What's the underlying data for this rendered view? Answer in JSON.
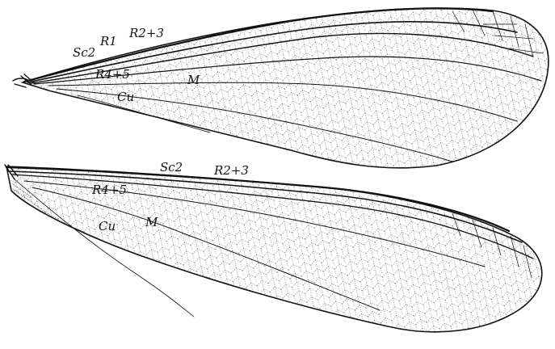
{
  "labels": {
    "fore_wing": {
      "sc2": "Sc2",
      "r1": "R1",
      "r23": "R2+3",
      "r45": "R4+5",
      "m": "M",
      "cu": "Cu"
    },
    "hind_wing": {
      "sc2": "Sc2",
      "r23": "R2+3",
      "r45": "R4+5",
      "m": "M",
      "cu": "Cu"
    }
  },
  "colors": {
    "ink": "#111111",
    "paper": "#ffffff"
  }
}
